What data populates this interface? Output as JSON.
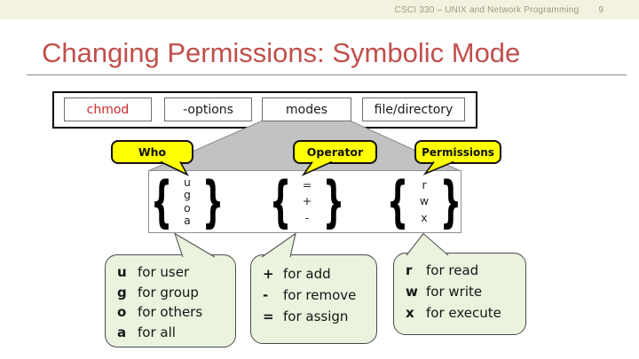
{
  "header": {
    "course_label": "CSCI 330 – UNIX and Network Programming",
    "page_number": "9"
  },
  "title": {
    "text": "Changing Permissions: Symbolic Mode"
  },
  "command": {
    "boxes": [
      {
        "label": "chmod"
      },
      {
        "label": "-options"
      },
      {
        "label": "modes"
      },
      {
        "label": "file/directory"
      }
    ]
  },
  "callouts": [
    {
      "label": "Who"
    },
    {
      "label": "Operator"
    },
    {
      "label": "Permissions"
    }
  ],
  "punct": {
    "brace_open": "{",
    "brace_close": "}"
  },
  "braces": [
    {
      "items": [
        "u",
        "g",
        "o",
        "a"
      ]
    },
    {
      "items": [
        "=",
        "+",
        "-"
      ]
    },
    {
      "items": [
        "r",
        "w",
        "x"
      ]
    }
  ],
  "legends": [
    {
      "entries": [
        {
          "key": "u",
          "desc": "for user"
        },
        {
          "key": "g",
          "desc": "for group"
        },
        {
          "key": "o",
          "desc": "for others"
        },
        {
          "key": "a",
          "desc": "for all"
        }
      ]
    },
    {
      "entries": [
        {
          "key": "+",
          "desc": "for add"
        },
        {
          "key": "-",
          "desc": "for remove"
        },
        {
          "key": "=",
          "desc": "for assign"
        }
      ]
    },
    {
      "entries": [
        {
          "key": "r",
          "desc": "for read"
        },
        {
          "key": "w",
          "desc": "for write"
        },
        {
          "key": "x",
          "desc": "for execute"
        }
      ]
    }
  ],
  "colors": {
    "title_red": "#c0504d",
    "chmod_red": "#cc2b2b",
    "callout_yellow": "#ffff00",
    "legend_green": "#e9f3de",
    "trapezoid_gray": "#c2c2c2",
    "header_strip": "#f2f2de"
  }
}
